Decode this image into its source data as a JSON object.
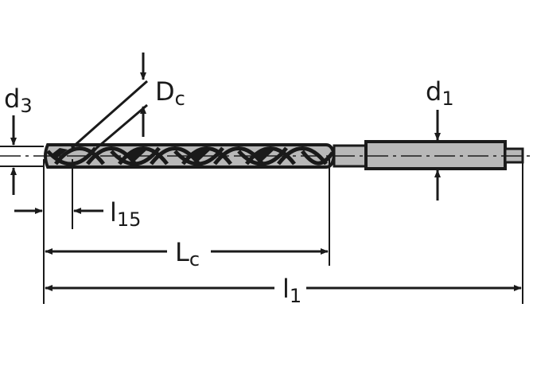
{
  "labels": {
    "d3": {
      "main": "d",
      "sub": "3"
    },
    "dc": {
      "main": "D",
      "sub": "c"
    },
    "d1": {
      "main": "d",
      "sub": "1"
    },
    "l15": {
      "main": "l",
      "sub": "15"
    },
    "lc": {
      "main": "L",
      "sub": "c"
    },
    "l1": {
      "main": "l",
      "sub": "1"
    }
  },
  "colors": {
    "ink": "#1a1a1a",
    "body_fill": "#b8b8b8",
    "background": "#ffffff"
  }
}
